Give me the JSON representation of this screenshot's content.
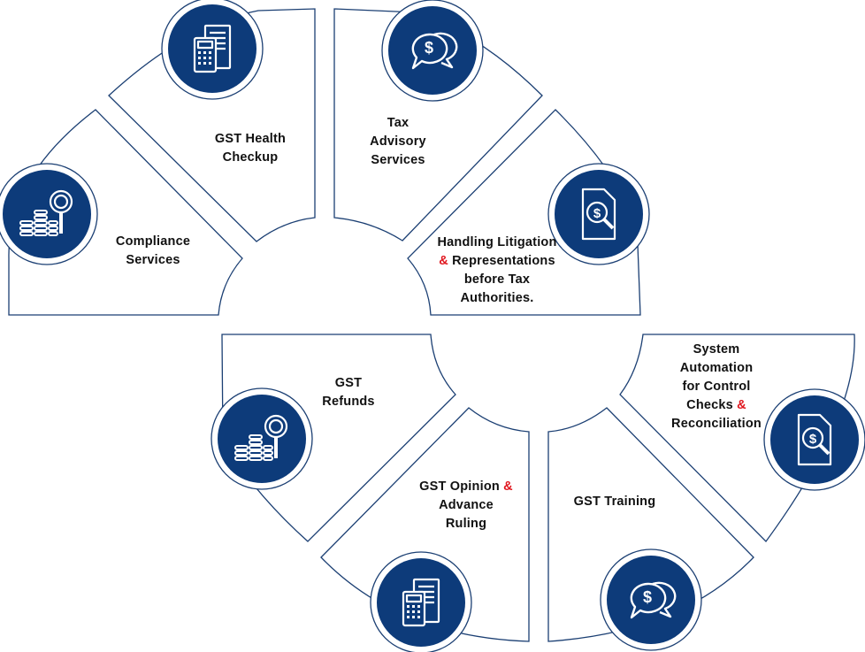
{
  "colors": {
    "primary": "#0d3b7a",
    "outline": "#1b3f73",
    "accent": "#e0161e",
    "text": "#111111"
  },
  "services": [
    {
      "id": "gst-health-checkup",
      "lines": [
        "GST Health",
        "Checkup"
      ],
      "icon": "calculator-document-icon"
    },
    {
      "id": "tax-advisory-services",
      "lines": [
        "Tax",
        "Advisory",
        "Services"
      ],
      "icon": "dollar-chat-bubbles-icon"
    },
    {
      "id": "compliance-services",
      "lines": [
        "Compliance",
        "Services"
      ],
      "icon": "coins-magnifier-icon"
    },
    {
      "id": "handling-litigation",
      "lines": [
        "Handling Litigation",
        "& Representations",
        "before Tax",
        "Authorities."
      ],
      "icon": "document-search-dollar-icon"
    },
    {
      "id": "gst-refunds",
      "lines": [
        "GST",
        "Refunds"
      ],
      "icon": "coins-magnifier-icon"
    },
    {
      "id": "system-automation",
      "lines": [
        "System",
        "Automation",
        "for Control",
        "Checks &",
        "Reconciliation"
      ],
      "icon": "document-search-dollar-icon"
    },
    {
      "id": "gst-opinion-advance-ruling",
      "lines": [
        "GST Opinion &",
        "Advance",
        "Ruling"
      ],
      "icon": "calculator-document-icon"
    },
    {
      "id": "gst-training",
      "lines": [
        "GST Training"
      ],
      "icon": "dollar-chat-bubbles-icon"
    }
  ]
}
